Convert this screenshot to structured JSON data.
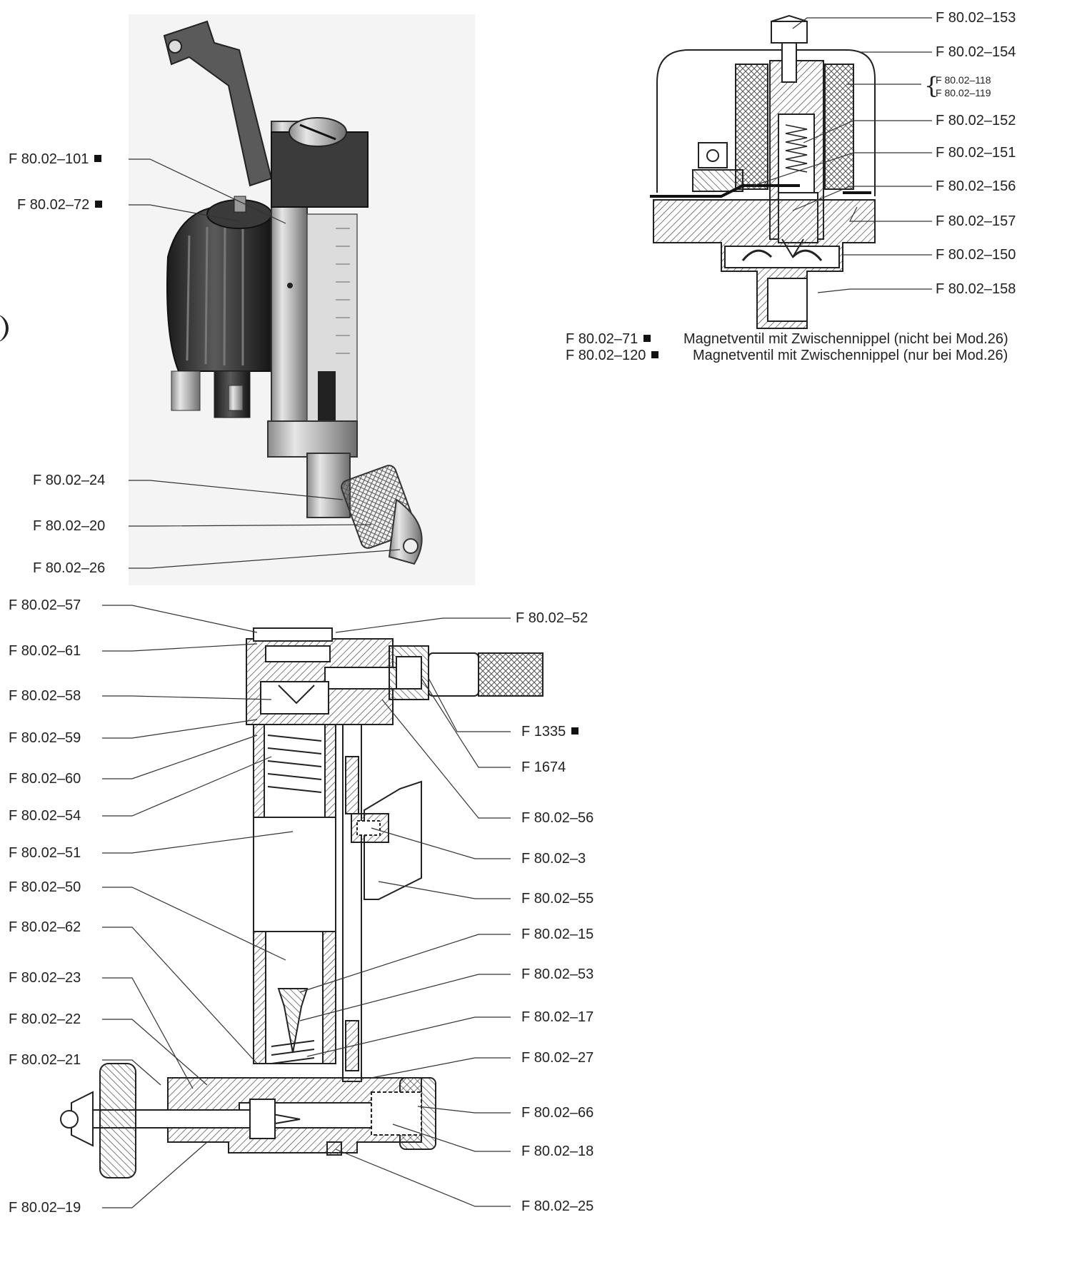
{
  "photo": {
    "labels": [
      "F 80.02–101",
      "F 80.02–72",
      "F 80.02–24",
      "F 80.02–20",
      "F 80.02–26"
    ],
    "marked": [
      true,
      true,
      false,
      false,
      false
    ]
  },
  "valve": {
    "labels": [
      "F 80.02–153",
      "F 80.02–154",
      "F 80.02–118",
      "F 80.02–119",
      "F 80.02–152",
      "F 80.02–151",
      "F 80.02–156",
      "F 80.02–157",
      "F 80.02–150",
      "F 80.02–158"
    ]
  },
  "notes": [
    {
      "code": "F 80.02–71",
      "text": "Magnetventil mit Zwischennippel (nicht bei Mod.26)"
    },
    {
      "code": "F 80.02–120",
      "text": "Magnetventil mit Zwischennippel (nur bei Mod.26)"
    }
  ],
  "section": {
    "left_labels": [
      "F 80.02–57",
      "F 80.02–61",
      "F 80.02–58",
      "F 80.02–59",
      "F 80.02–60",
      "F 80.02–54",
      "F 80.02–51",
      "F 80.02–50",
      "F 80.02–62",
      "F 80.02–23",
      "F 80.02–22",
      "F 80.02–21",
      "F 80.02–19"
    ],
    "right_labels": [
      "F 80.02–52",
      "F 1335",
      "F 1674",
      "F 80.02–56",
      "F 80.02–3",
      "F 80.02–55",
      "F 80.02–15",
      "F 80.02–53",
      "F 80.02–17",
      "F 80.02–27",
      "F 80.02–66",
      "F 80.02–18",
      "F 80.02–25"
    ],
    "right_marked": [
      false,
      true,
      false,
      false,
      false,
      false,
      false,
      false,
      false,
      false,
      false,
      false,
      false
    ]
  }
}
